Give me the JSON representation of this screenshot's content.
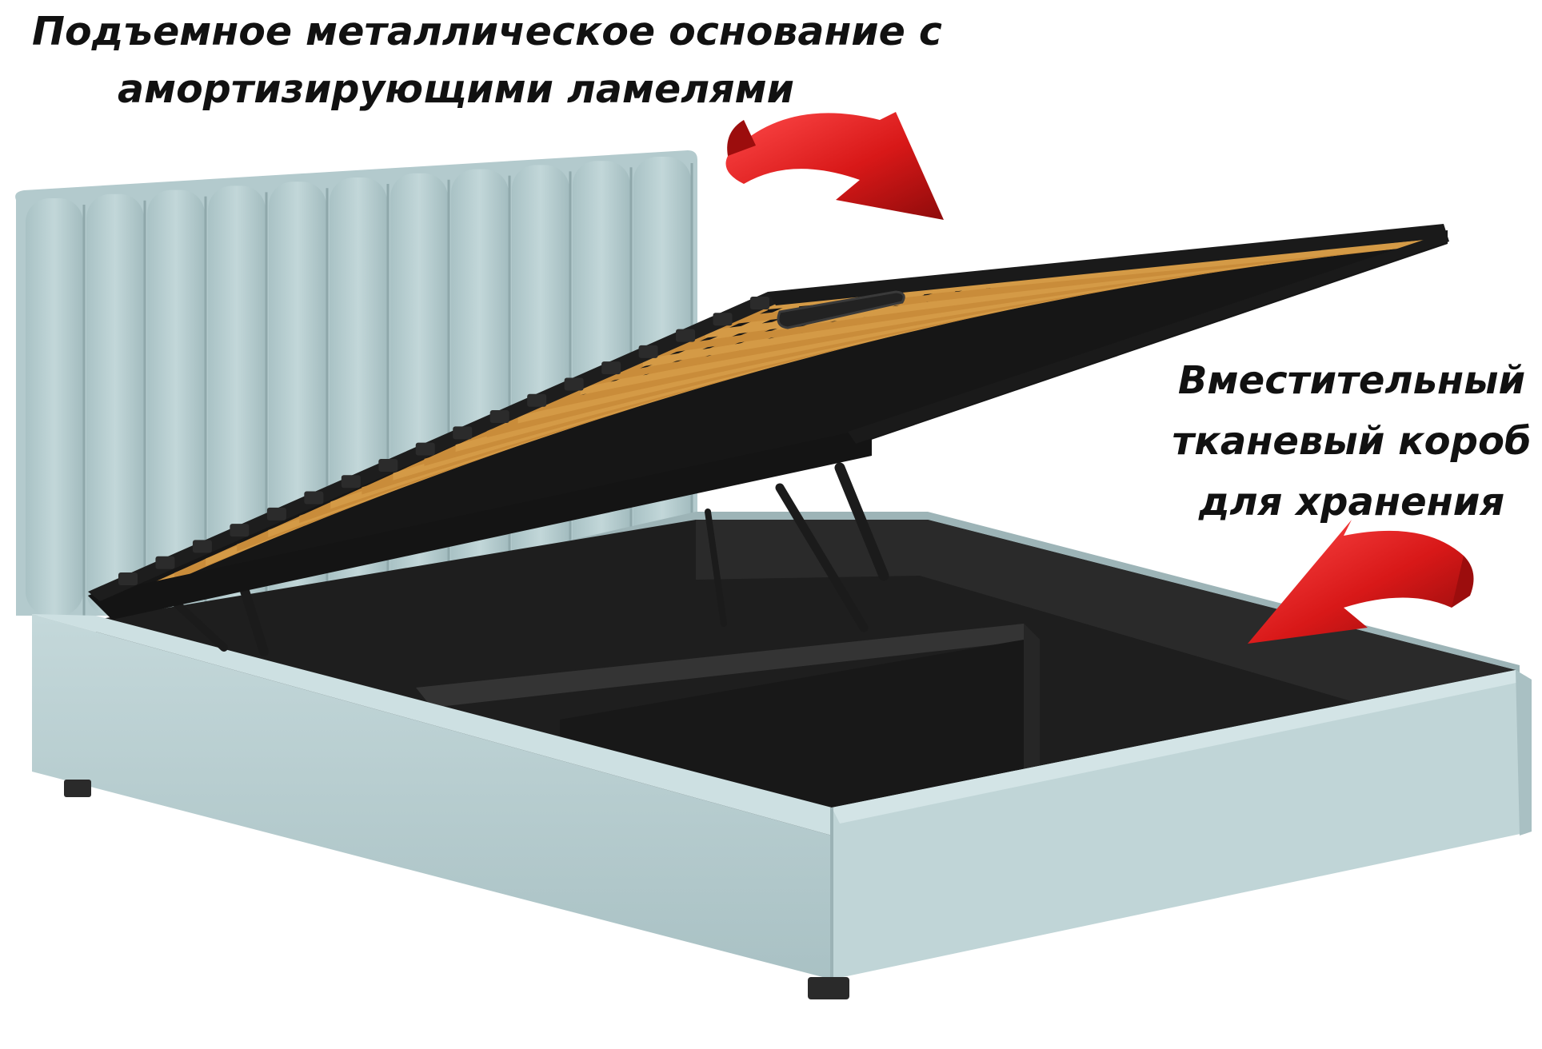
{
  "captions": {
    "top": {
      "line1": "Подъемное металлическое основание с",
      "line2": "амортизирующими ламелями"
    },
    "right": {
      "line1": "Вместительный",
      "line2": "тканевый короб",
      "line3": "для хранения"
    }
  },
  "colors": {
    "upholstery": "#b9cfd1",
    "upholstery_shade": "#9fb7ba",
    "storage_box": "#1c1c1c",
    "frame_metal": "#161616",
    "slats": "#d49a46",
    "arrow": "#d81818"
  }
}
